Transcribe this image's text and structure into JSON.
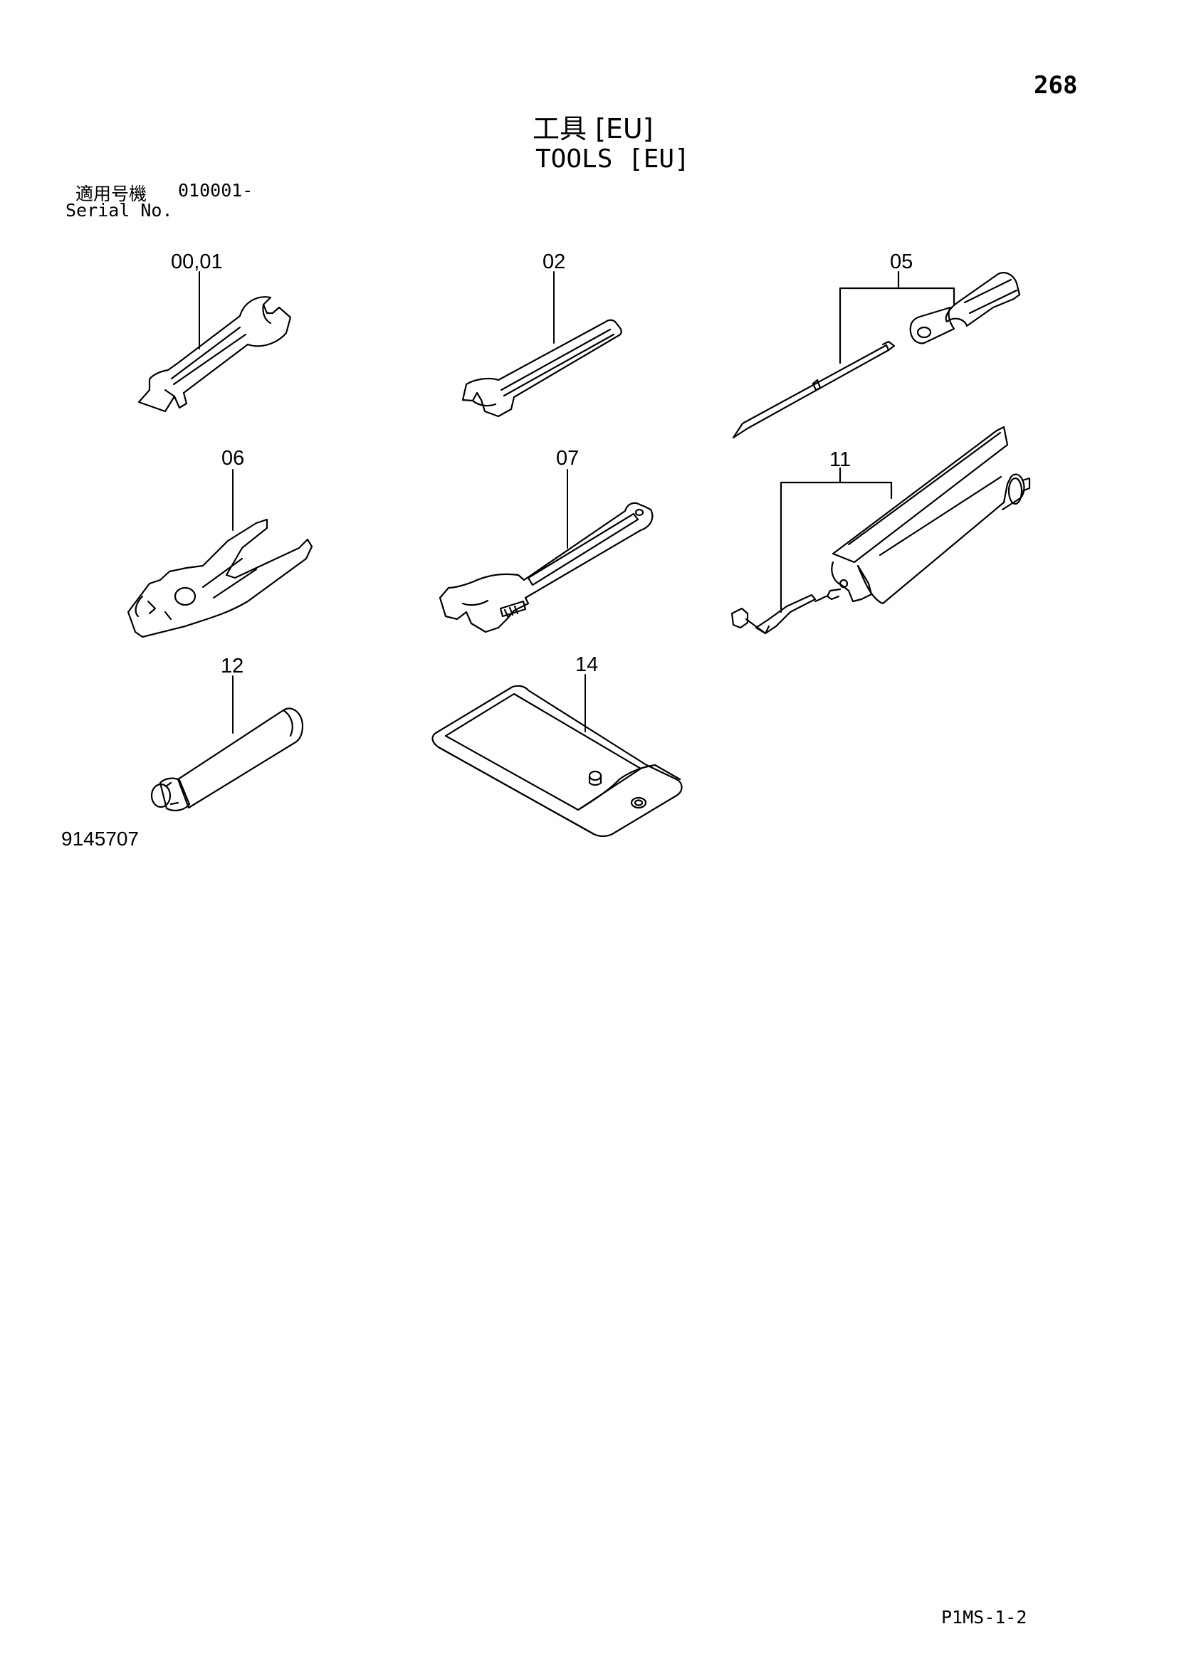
{
  "header": {
    "page_number": "268",
    "title_ja": "工具 [EU]",
    "title_en": "TOOLS [EU]"
  },
  "serial": {
    "label_ja": "適用号機",
    "value": "010001-",
    "label_en": "Serial No."
  },
  "parts": [
    {
      "ref": "00,01",
      "icon": "double-open-end-wrench-icon"
    },
    {
      "ref": "02",
      "icon": "single-open-end-wrench-icon"
    },
    {
      "ref": "05",
      "icon": "screwdriver-set-icon"
    },
    {
      "ref": "06",
      "icon": "pliers-icon"
    },
    {
      "ref": "07",
      "icon": "adjustable-wrench-icon"
    },
    {
      "ref": "11",
      "icon": "grease-gun-icon"
    },
    {
      "ref": "12",
      "icon": "grease-cartridge-icon"
    },
    {
      "ref": "14",
      "icon": "tool-bag-icon"
    }
  ],
  "footer": {
    "figure_id": "9145707",
    "page_code": "P1MS-1-2"
  }
}
